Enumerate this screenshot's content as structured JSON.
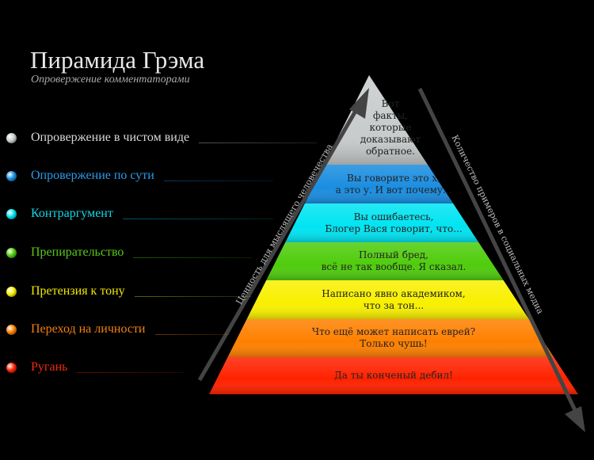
{
  "header": {
    "title": "Пирамида Грэма",
    "subtitle": "Опровержение комментаторами"
  },
  "levels": [
    {
      "label": "Опровержение в чистом виде",
      "color": "#c8cccc",
      "text_color": "#d8d8d8",
      "lines": [
        "Вот",
        "факты,",
        "которые",
        "доказывают",
        "обратное."
      ]
    },
    {
      "label": "Опровержение по сути",
      "color": "#1a8de0",
      "text_color": "#2a9be8",
      "lines": [
        "Вы говорите это х,",
        "а это у. И вот почему..."
      ]
    },
    {
      "label": "Контраргумент",
      "color": "#00e4f2",
      "text_color": "#10d8e8",
      "lines": [
        "Вы ошибаетесь,",
        "Блогер Вася говорит, что..."
      ]
    },
    {
      "label": "Препирательство",
      "color": "#4fcc0c",
      "text_color": "#58c818",
      "lines": [
        "Полный бред,",
        "всё не так вообще. Я сказал."
      ]
    },
    {
      "label": "Претензия к тону",
      "color": "#f8f000",
      "text_color": "#f0e800",
      "lines": [
        "Написано явно академиком,",
        "что за тон..."
      ]
    },
    {
      "label": "Переход на личности",
      "color": "#ff8000",
      "text_color": "#f08010",
      "lines": [
        "Что ещё может написать еврей?",
        "Только чушь!"
      ]
    },
    {
      "label": "Ругань",
      "color": "#ff2200",
      "text_color": "#f02a10",
      "lines": [
        "Да ты конченый дебил!"
      ]
    }
  ],
  "arrows": {
    "left": "Ценность для мыслящего человечества",
    "right": "Количество примеров в социальных медиа"
  }
}
